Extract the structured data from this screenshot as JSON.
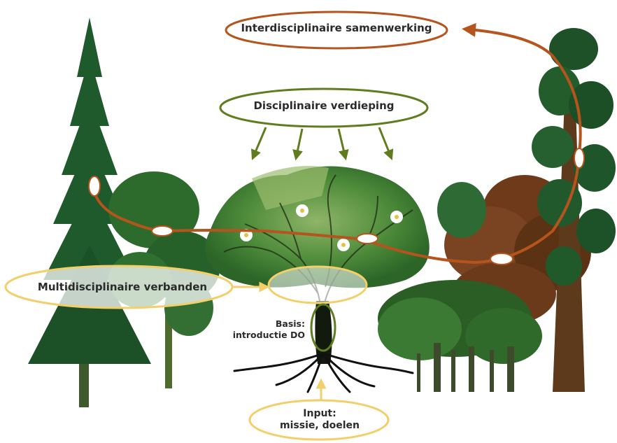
{
  "labels": {
    "interdisciplinary": "Interdisciplinaire samenwerking",
    "disciplinary": "Disciplinaire verdieping",
    "multidisciplinary": "Multidisciplinaire verbanden",
    "basis_line1": "Basis:",
    "basis_line2": "introductie DO",
    "input_line1": "Input:",
    "input_line2": "missie, doelen"
  },
  "colors": {
    "path_brown": "#b5541d",
    "ellipse_green": "#5f7d1f",
    "ellipse_gold": "#f2cf6a",
    "conifer_green": "#1f5a2c",
    "oak_green": "#2f6f2a",
    "autumn_brown": "#6e3a1a"
  },
  "icons": [
    "daisy-flower-icon",
    "conifer-tree-icon",
    "oak-tree-icon",
    "banyan-tree-icon",
    "redwood-tree-icon"
  ]
}
